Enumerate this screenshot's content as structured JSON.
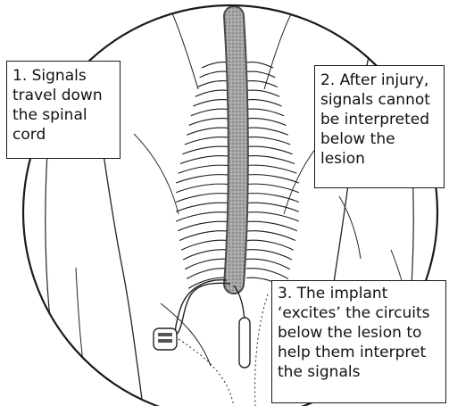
{
  "callouts": [
    {
      "id": "signals",
      "lines": [
        "1. Signals",
        "travel down",
        "the spinal",
        "cord"
      ]
    },
    {
      "id": "injury",
      "lines": [
        "2. After injury,",
        "signals cannot",
        "be interpreted",
        "below the",
        "lesion"
      ]
    },
    {
      "id": "implant",
      "lines": [
        "3. The implant",
        "‘excites’ the circuits",
        "below the lesion to",
        "help them interpret",
        "the signals"
      ]
    }
  ],
  "colors": {
    "line": "#1a1a1a",
    "spine_fill": "#9a9a9a",
    "background": "#ffffff"
  }
}
